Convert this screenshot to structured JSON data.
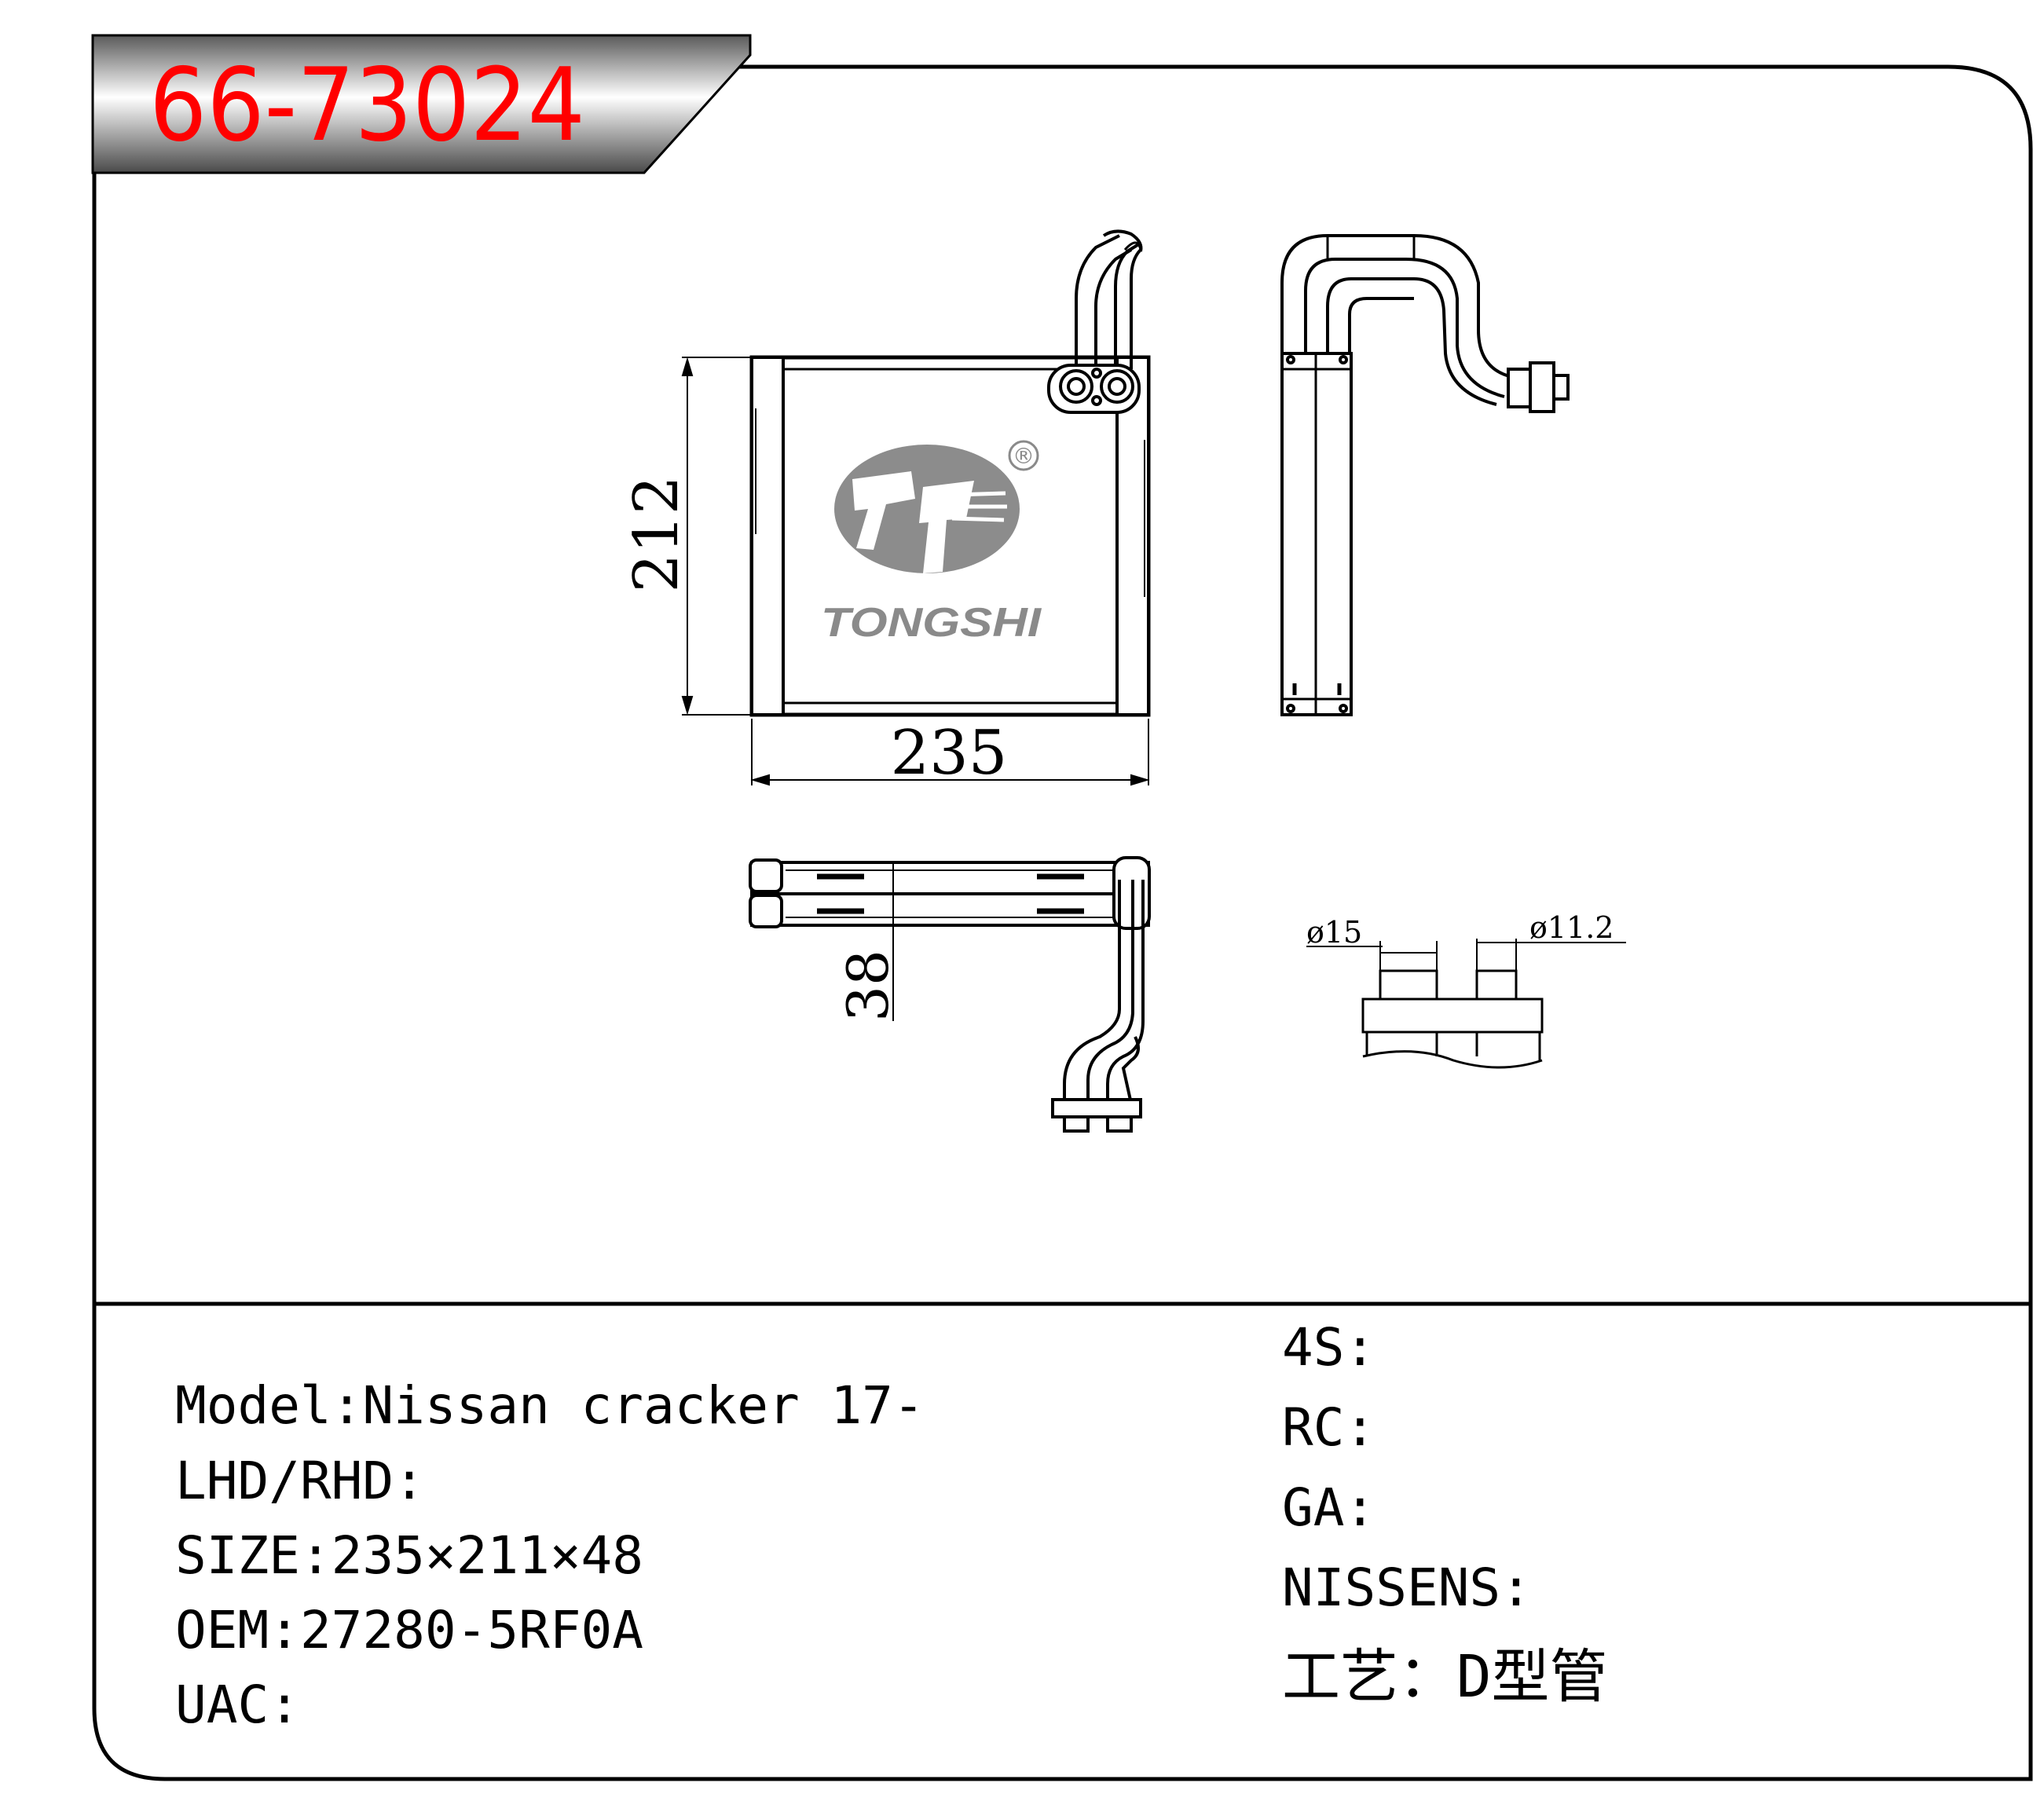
{
  "title": {
    "part_number": "66-73024",
    "text_color": "#ff0000"
  },
  "logo": {
    "brand_name": "TONGSHI",
    "registered_mark": "®",
    "color": "#8a8a8a"
  },
  "dimensions": {
    "height_label": "212",
    "width_label": "235",
    "depth_label": "38",
    "pipe_a_diameter": "ø15",
    "pipe_b_diameter": "ø11.2"
  },
  "specs_left": [
    {
      "text": "Model:Nissan cracker 17-"
    },
    {
      "text": "LHD/RHD:"
    },
    {
      "text": "SIZE:235×211×48"
    },
    {
      "text": "OEM:27280-5RF0A"
    },
    {
      "text": "UAC:"
    }
  ],
  "specs_right": [
    {
      "text": "4S:"
    },
    {
      "text": "RC:"
    },
    {
      "text": "GA:"
    },
    {
      "text": "NISSENS:"
    },
    {
      "text": "工艺：D型管"
    }
  ]
}
